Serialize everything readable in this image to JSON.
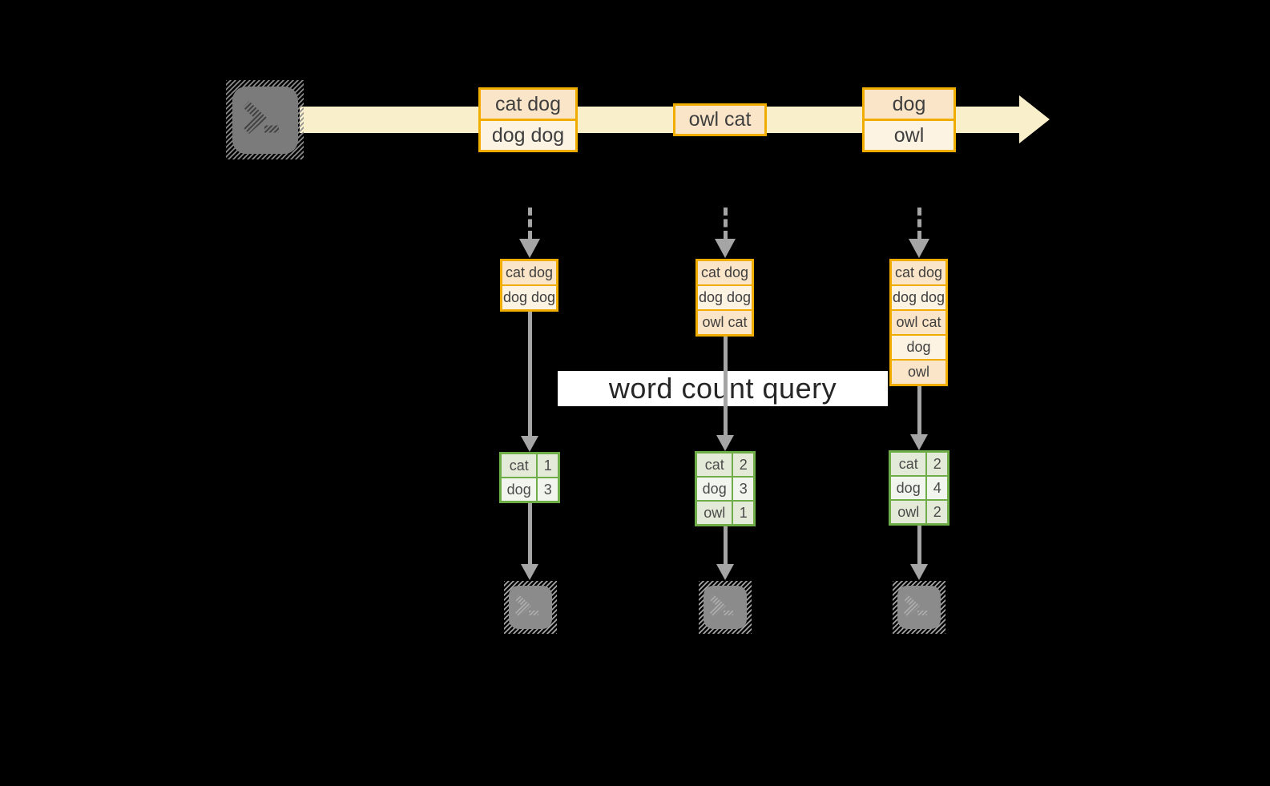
{
  "query": {
    "label": "word count query"
  },
  "stream": {
    "events": [
      {
        "lines": [
          "cat dog",
          "dog dog"
        ]
      },
      {
        "lines": [
          "owl cat"
        ]
      },
      {
        "lines": [
          "dog",
          "owl"
        ]
      }
    ]
  },
  "columns": [
    {
      "buffer": [
        "cat dog",
        "dog dog"
      ],
      "counts": [
        {
          "word": "cat",
          "count": "1"
        },
        {
          "word": "dog",
          "count": "3"
        }
      ]
    },
    {
      "buffer": [
        "cat dog",
        "dog dog",
        "owl cat"
      ],
      "counts": [
        {
          "word": "cat",
          "count": "2"
        },
        {
          "word": "dog",
          "count": "3"
        },
        {
          "word": "owl",
          "count": "1"
        }
      ]
    },
    {
      "buffer": [
        "cat dog",
        "dog dog",
        "owl cat",
        "dog",
        "owl"
      ],
      "counts": [
        {
          "word": "cat",
          "count": "2"
        },
        {
          "word": "dog",
          "count": "4"
        },
        {
          "word": "owl",
          "count": "2"
        }
      ]
    }
  ],
  "icons": {
    "source": "terminal-icon",
    "sinks": [
      "terminal-icon",
      "terminal-icon",
      "terminal-icon"
    ]
  },
  "colors": {
    "background": "#000000",
    "stream_yellow": "#FAEFCB",
    "accent_orange": "#F0AD00",
    "fill_peach": "#FBE5C8",
    "fill_cream": "#FDF3E3",
    "accent_green": "#6FAD49",
    "fill_green_tint": "#E3EBD8",
    "fill_green_light": "#F2F4EE",
    "arrow_gray": "#A5A5A5",
    "terminal_gray": "#7B7B7B"
  }
}
